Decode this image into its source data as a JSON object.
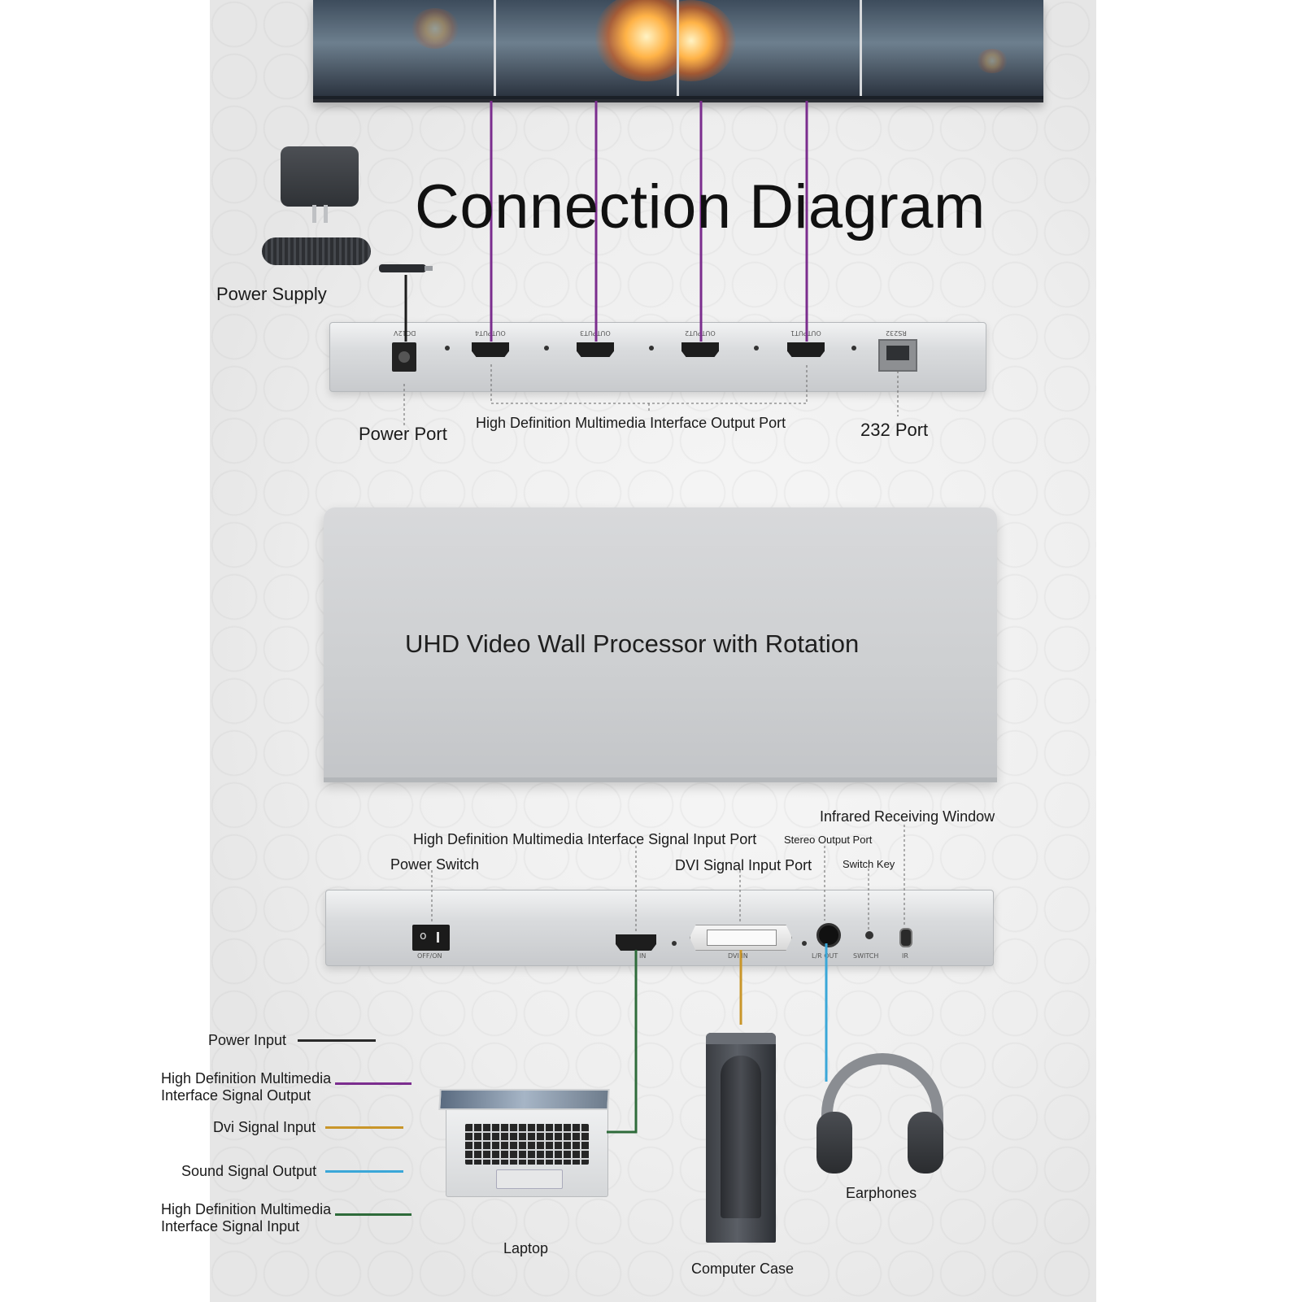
{
  "diagram": {
    "title": "Connection Diagram",
    "device_name": "UHD Video Wall Processor with Rotation"
  },
  "back_panel": {
    "labels": {
      "power_supply": "Power Supply",
      "power_port": "Power Port",
      "hdmi_output_port": "High Definition Multimedia Interface Output Port",
      "rs232_port": "232 Port"
    },
    "port_marks": {
      "dc": "DC12V",
      "output4": "OUTPUT4",
      "output3": "OUTPUT3",
      "output2": "OUTPUT2",
      "output1": "OUTPUT1",
      "rs232": "RS232"
    }
  },
  "front_panel": {
    "labels": {
      "infrared_window": "Infrared Receiving Window",
      "hdmi_input_port": "High Definition Multimedia Interface Signal Input Port",
      "stereo_output": "Stereo Output Port",
      "power_switch": "Power Switch",
      "dvi_input_port": "DVI Signal Input Port",
      "switch_key": "Switch Key"
    },
    "port_marks": {
      "off_on": "OFF/ON",
      "hdmi_in": "IN",
      "dvi_in": "DVI IN",
      "lr_out": "L/R OUT",
      "switch": "SWITCH",
      "ir": "IR"
    }
  },
  "devices": {
    "laptop": "Laptop",
    "computer_case": "Computer Case",
    "earphones": "Earphones"
  },
  "legend": {
    "power_input": {
      "label": "Power Input",
      "color": "#2a2a2a"
    },
    "hdmi_output": {
      "label_line1": "High Definition Multimedia",
      "label_line2": "Interface Signal Output",
      "color": "#7b2d8e"
    },
    "dvi_input": {
      "label": "Dvi Signal Input",
      "color": "#c9962a"
    },
    "sound_output": {
      "label": "Sound Signal Output",
      "color": "#3aa7d8"
    },
    "hdmi_input": {
      "label_line1": "High Definition Multimedia",
      "label_line2": "Interface Signal Input",
      "color": "#2e6b3a"
    }
  }
}
